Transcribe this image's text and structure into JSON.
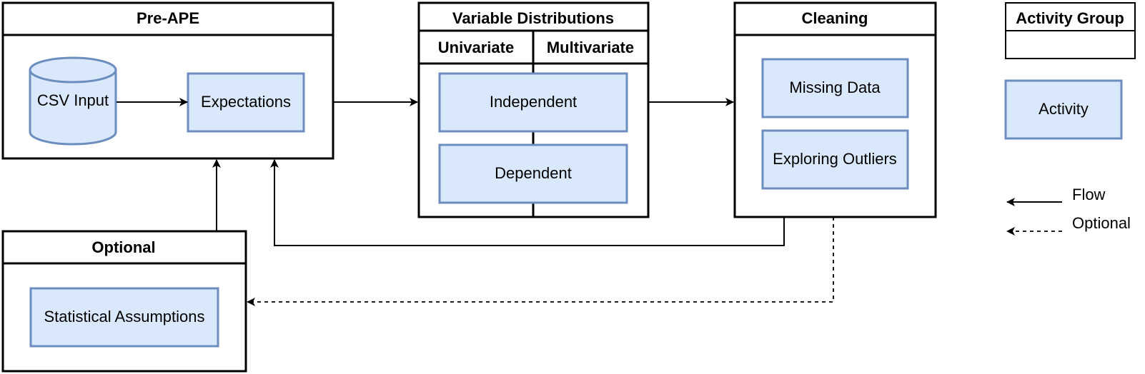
{
  "groups": {
    "pre_ape": {
      "title": "Pre-APE",
      "csv_input": "CSV Input",
      "expectations": "Expectations"
    },
    "variable_distributions": {
      "title": "Variable Distributions",
      "univariate": "Univariate",
      "multivariate": "Multivariate",
      "independent": "Independent",
      "dependent": "Dependent"
    },
    "cleaning": {
      "title": "Cleaning",
      "missing_data": "Missing Data",
      "exploring_outliers": "Exploring Outliers"
    },
    "optional": {
      "title": "Optional",
      "statistical_assumptions": "Statistical Assumptions"
    }
  },
  "legend": {
    "activity_group": "Activity Group",
    "activity": "Activity",
    "flow": "Flow",
    "optional": "Optional"
  },
  "colors": {
    "activity_fill": "#dae8fc",
    "activity_stroke": "#6c8ebf",
    "group_stroke": "#000000"
  }
}
